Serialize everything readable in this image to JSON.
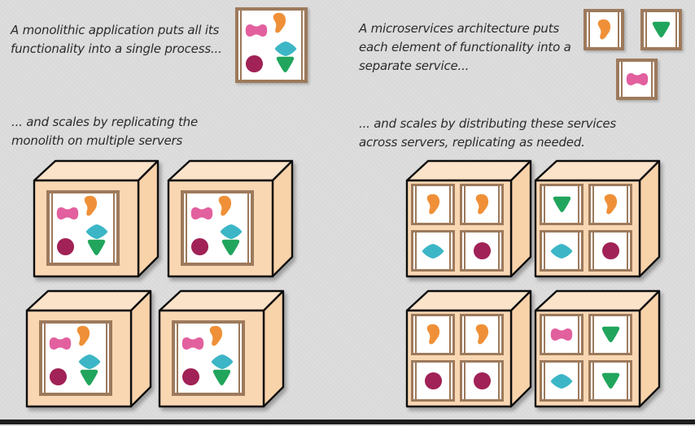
{
  "captions": {
    "monolith_definition": "A monolithic application puts all its\nfunctionality into a single process...",
    "microservices_definition": "A microservices architecture puts\neach element of functionality into a\nseparate service...",
    "monolith_scaling": "... and scales by replicating the\nmonolith on multiple servers",
    "microservices_scaling": "... and scales by distributing these services\nacross servers, replicating as needed."
  },
  "colors": {
    "background": "#dcdcdc",
    "text": "#2b2b2b",
    "frame_brown": "#9d7a5c",
    "white": "#ffffff",
    "box_face_front": "#f9d7b3",
    "box_face_top": "#fbe3ca",
    "box_face_side": "#f8d2a9",
    "box_outline": "#0d0d0d",
    "shape_pink": "#e2609e",
    "shape_orange": "#ef9038",
    "shape_teal": "#3cb6c6",
    "shape_maroon": "#a12256",
    "shape_green": "#21a55c",
    "bottom_bar": "#1e1e1e"
  },
  "figure": {
    "shape_names": {
      "pink": "pink-blob-service-icon",
      "orange": "orange-blob-service-icon",
      "teal": "teal-diamond-service-icon",
      "maroon": "maroon-circle-service-icon",
      "green": "green-triangle-service-icon"
    },
    "monolith_app_shapes": [
      "pink",
      "orange",
      "teal",
      "maroon",
      "green"
    ],
    "floating_service_shapes": [
      "orange",
      "green",
      "pink"
    ],
    "monolith_server_shapes": [
      "pink",
      "orange",
      "teal",
      "maroon",
      "green"
    ],
    "monolith_server_count": 4,
    "microservice_servers": [
      [
        "orange",
        "orange",
        "teal",
        "maroon"
      ],
      [
        "green",
        "orange",
        "teal",
        "maroon"
      ],
      [
        "orange",
        "orange",
        "maroon",
        "maroon"
      ],
      [
        "pink",
        "green",
        "teal",
        "green"
      ]
    ]
  }
}
